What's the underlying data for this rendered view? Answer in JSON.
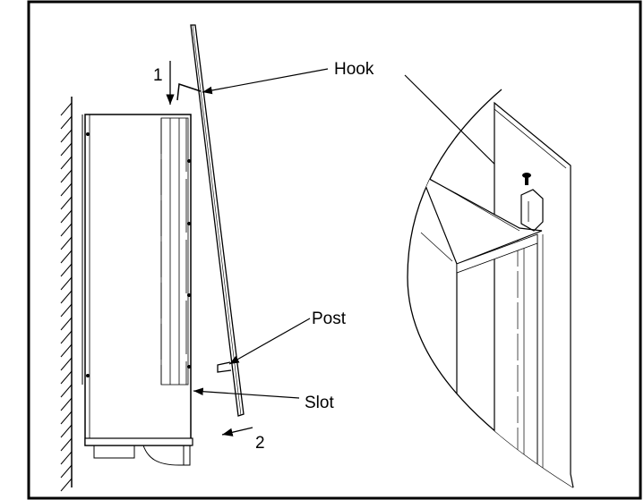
{
  "labels": {
    "hook": "Hook",
    "post": "Post",
    "slot": "Slot",
    "step1": "1",
    "step2": "2"
  }
}
